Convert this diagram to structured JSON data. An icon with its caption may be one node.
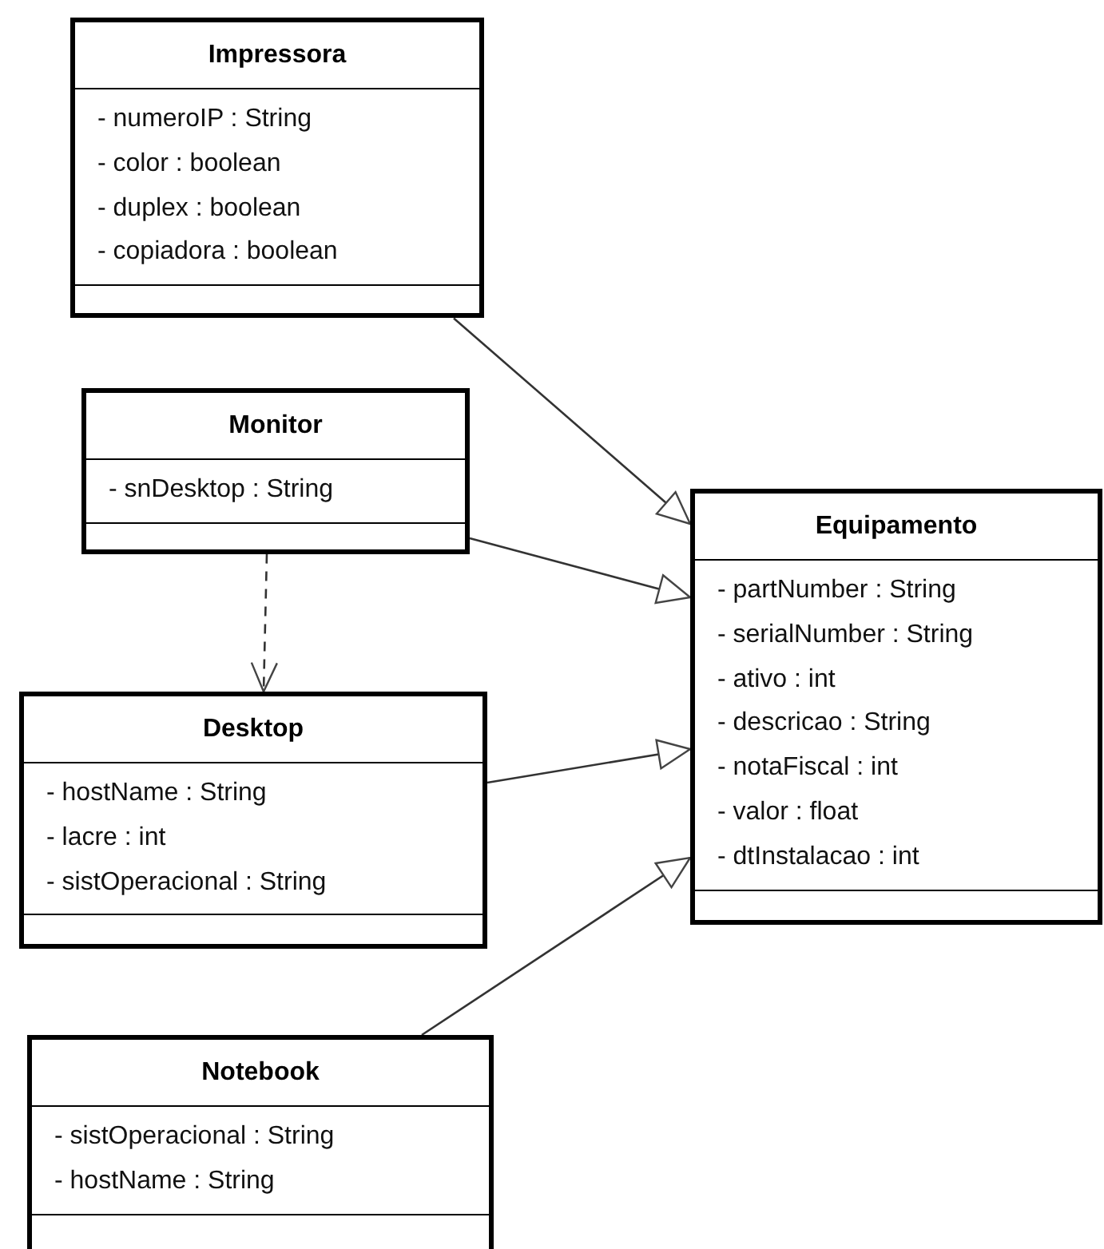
{
  "diagram": {
    "nodes": [
      {
        "text": [
          "Impressora",
          "- numeroIP : String",
          "- color : boolean",
          "- duplex : boolean",
          "- copiadora : boolean"
        ]
      },
      {
        "text": [
          "Monitor",
          "- snDesktop : String"
        ]
      },
      {
        "text": [
          "Equipamento",
          "- partNumber : String",
          "- serialNumber : String",
          "- ativo : int",
          "- descricao : String",
          "- notaFiscal : int",
          "- valor : float",
          "- dtInstalacao : int"
        ]
      },
      {
        "text": [
          "Desktop",
          "- hostName : String",
          "- lacre : int",
          "- sistOperacional : String"
        ]
      },
      {
        "text": [
          "Notebook",
          "- sistOperacional : String",
          "- hostName : String"
        ]
      }
    ],
    "edges": [
      {
        "from": 0,
        "to": 2,
        "arrow": "to"
      },
      {
        "from": 1,
        "to": 2,
        "arrow": "to"
      },
      {
        "from": 1,
        "to": 3,
        "arrow": "to",
        "style": "dashed"
      },
      {
        "from": 3,
        "to": 2,
        "arrow": "to"
      },
      {
        "from": 4,
        "to": 2,
        "arrow": "to"
      }
    ]
  }
}
